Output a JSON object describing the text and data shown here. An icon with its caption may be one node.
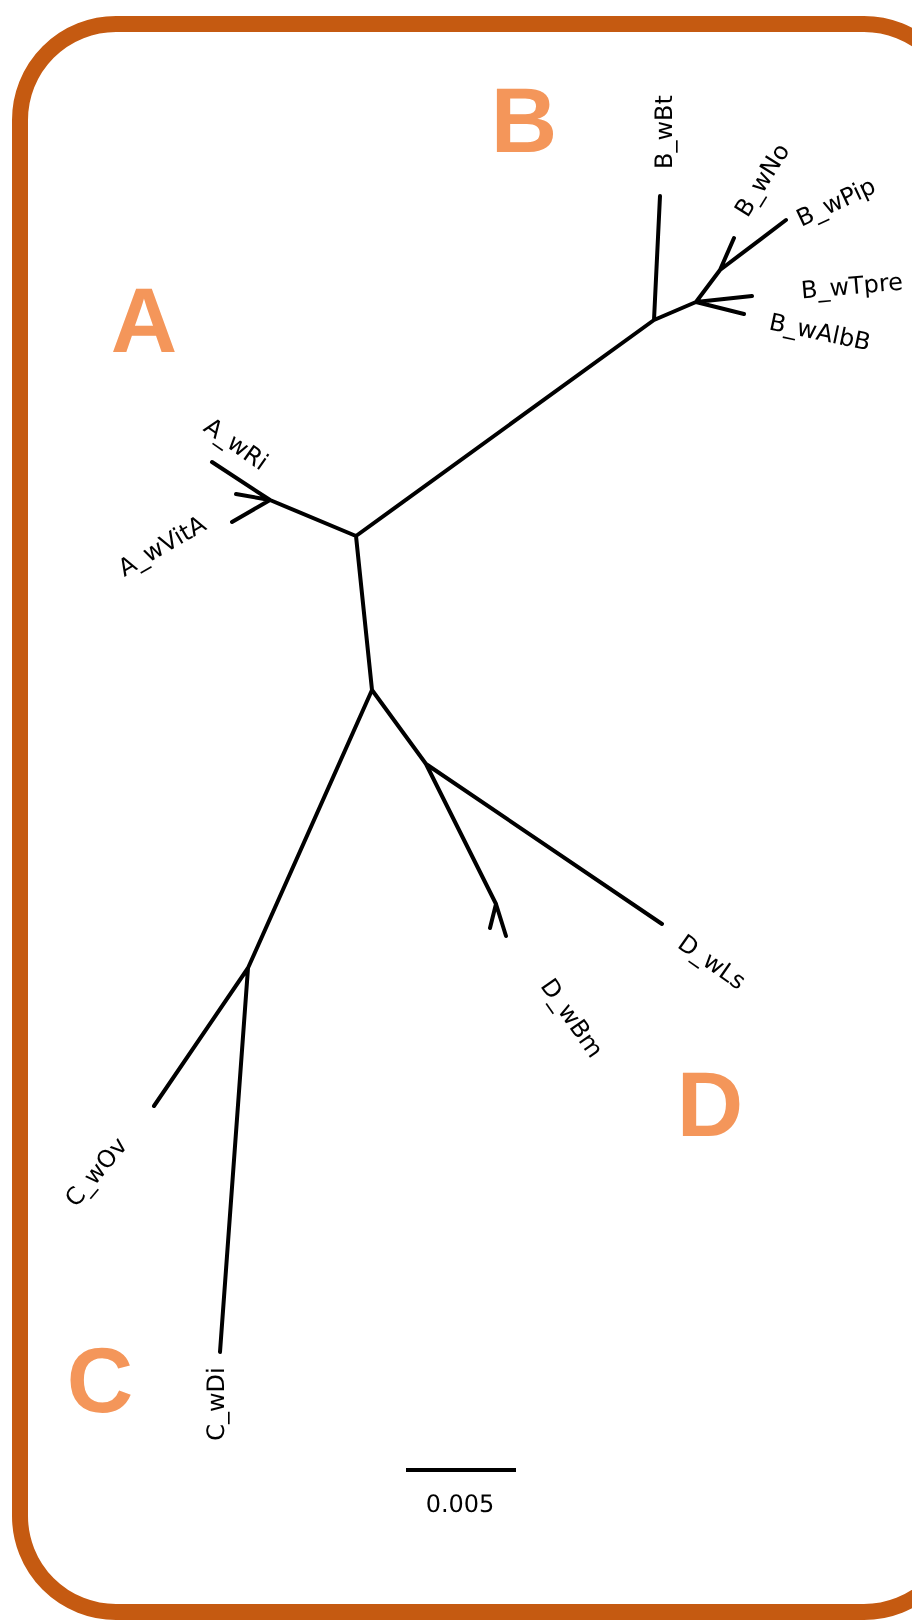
{
  "diagram": {
    "labels": [
      "B",
      "B_wBt",
      "B_wNo",
      "B_wPip",
      "A",
      "B_wTpre",
      "B_wAlbB",
      "A_wRi",
      "A_wVitA",
      "D_wLs",
      "D_wBm",
      "C_wOv",
      "D",
      "C",
      "C_wDi",
      "0.005"
    ]
  }
}
